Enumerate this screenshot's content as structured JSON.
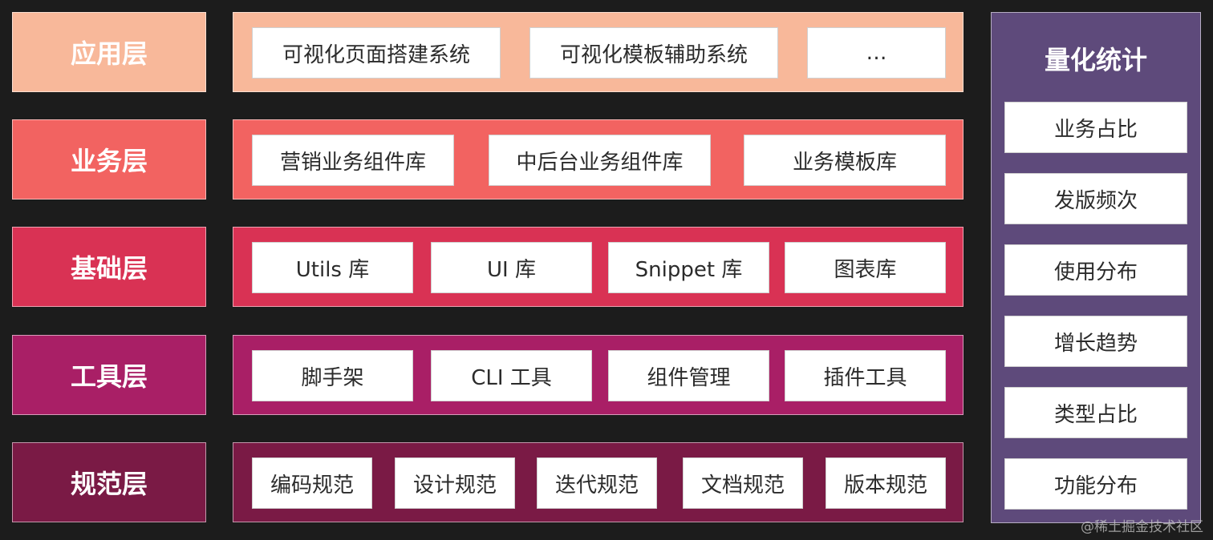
{
  "layers": [
    {
      "label": "应用层",
      "color": "#f8b89a",
      "items": [
        "可视化页面搭建系统",
        "可视化模板辅助系统",
        "…"
      ]
    },
    {
      "label": "业务层",
      "color": "#f26361",
      "items": [
        "营销业务组件库",
        "中后台业务组件库",
        "业务模板库"
      ]
    },
    {
      "label": "基础层",
      "color": "#d93254",
      "items": [
        "Utils 库",
        "UI 库",
        "Snippet 库",
        "图表库"
      ]
    },
    {
      "label": "工具层",
      "color": "#a91f66",
      "items": [
        "脚手架",
        "CLI 工具",
        "组件管理",
        "插件工具"
      ]
    },
    {
      "label": "规范层",
      "color": "#7a1a45",
      "items": [
        "编码规范",
        "设计规范",
        "迭代规范",
        "文档规范",
        "版本规范"
      ]
    }
  ],
  "side_panel": {
    "title": "量化统计",
    "color": "#5e4a7b",
    "items": [
      "业务占比",
      "发版频次",
      "使用分布",
      "增长趋势",
      "类型占比",
      "功能分布"
    ]
  },
  "watermark": "@稀土掘金技术社区"
}
